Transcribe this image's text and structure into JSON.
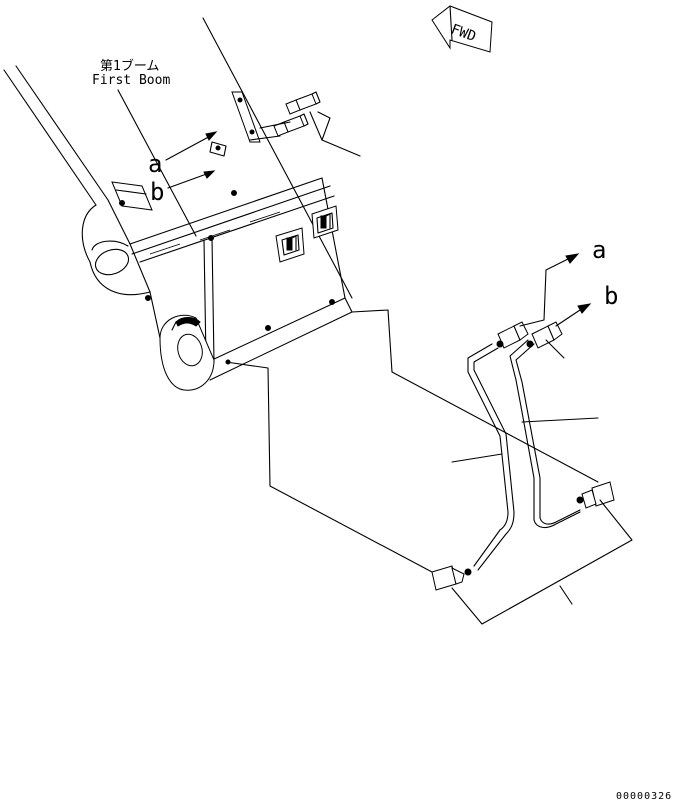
{
  "boom_label": {
    "jp": "第1ブーム",
    "en": "First Boom"
  },
  "fwd_label": "FWD",
  "callouts": {
    "a_upper": "a",
    "b_upper": "b",
    "a_lower": "a",
    "b_lower": "b"
  },
  "drawing_number": "00000326"
}
